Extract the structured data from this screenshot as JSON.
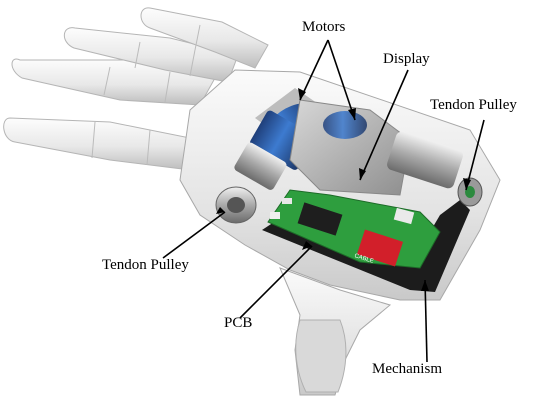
{
  "labels": {
    "motors": "Motors",
    "display": "Display",
    "tendon_pulley_right": "Tendon Pulley",
    "tendon_pulley_left": "Tendon Pulley",
    "pcb": "PCB",
    "mechanism": "Mechanism"
  },
  "pcb_chip_text": "CABLE",
  "colors": {
    "shell": "#e6e6e6",
    "motor_blue": "#2f5ea8",
    "pcb_green": "#2e9e3e",
    "mechanism_plate": "#1c1c1c",
    "chip_red": "#d21f2a"
  }
}
